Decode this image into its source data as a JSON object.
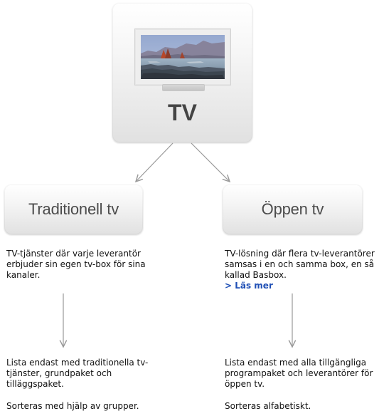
{
  "nodes": {
    "top": {
      "title": "TV"
    },
    "left": {
      "title": "Traditionell tv",
      "description": "TV-tjänster där varje leverantör erbjuder sin egen tv-box för sina kanaler.",
      "result": "Lista endast med traditionella tv-tjänster, grundpaket och tilläggspaket.",
      "sorting": "Sorteras med hjälp av grupper."
    },
    "right": {
      "title": "Öppen tv",
      "description": "TV-lösning där flera tv-leverantörer samsas i en och samma box, en så kallad Basbox.",
      "read_more": "> Läs mer",
      "result": "Lista endast med alla tillgängliga programpaket och leverantörer för öppen tv.",
      "sorting": "Sorteras alfabetiskt."
    }
  },
  "colors": {
    "link": "#1f4fb5",
    "connector": "#999999",
    "card_title": "#4c4c4c",
    "text": "#111111"
  },
  "icons": {
    "tv": "tv-icon",
    "arrow": "arrow-down-icon"
  }
}
